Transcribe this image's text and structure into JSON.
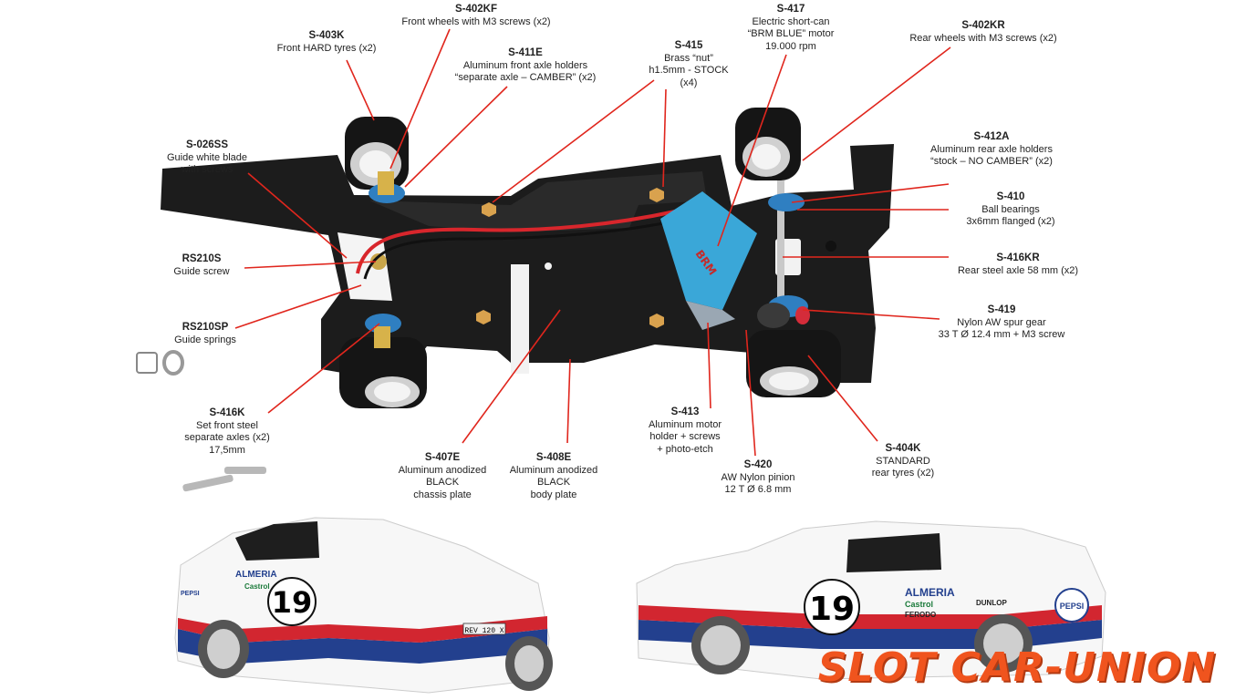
{
  "parts": [
    {
      "id": "s403k",
      "code": "S-403K",
      "desc": "Front HARD tyres (x2)"
    },
    {
      "id": "s402kf",
      "code": "S-402KF",
      "desc": "Front wheels with M3 screws (x2)"
    },
    {
      "id": "s411e",
      "code": "S-411E",
      "desc": "Aluminum front axle holders\n“separate axle – CAMBER” (x2)"
    },
    {
      "id": "s415",
      "code": "S-415",
      "desc": "Brass “nut”\nh1.5mm - STOCK\n(x4)"
    },
    {
      "id": "s417",
      "code": "S-417",
      "desc": "Electric short-can\n“BRM BLUE” motor\n19.000 rpm"
    },
    {
      "id": "s402kr",
      "code": "S-402KR",
      "desc": "Rear wheels with M3 screws (x2)"
    },
    {
      "id": "s026ss",
      "code": "S-026SS",
      "desc": "Guide white blade\nwith screws"
    },
    {
      "id": "s412a",
      "code": "S-412A",
      "desc": "Aluminum rear axle holders\n“stock – NO CAMBER” (x2)"
    },
    {
      "id": "s410",
      "code": "S-410",
      "desc": "Ball bearings\n3x6mm flanged (x2)"
    },
    {
      "id": "rs210s",
      "code": "RS210S",
      "desc": "Guide screw"
    },
    {
      "id": "s416kr",
      "code": "S-416KR",
      "desc": "Rear steel axle 58 mm (x2)"
    },
    {
      "id": "rs210sp",
      "code": "RS210SP",
      "desc": "Guide springs"
    },
    {
      "id": "s419",
      "code": "S-419",
      "desc": "Nylon AW spur gear\n33 T Ø 12.4 mm + M3 screw"
    },
    {
      "id": "s416k",
      "code": "S-416K",
      "desc": "Set front steel\nseparate axles (x2)\n17,5mm"
    },
    {
      "id": "s413",
      "code": "S-413",
      "desc": "Aluminum motor\nholder + screws\n+ photo-etch"
    },
    {
      "id": "s407e",
      "code": "S-407E",
      "desc": "Aluminum anodized\nBLACK\nchassis plate"
    },
    {
      "id": "s408e",
      "code": "S-408E",
      "desc": "Aluminum anodized\nBLACK\nbody plate"
    },
    {
      "id": "s420",
      "code": "S-420",
      "desc": "AW Nylon pinion\n12 T Ø 6.8 mm"
    },
    {
      "id": "s404k",
      "code": "S-404K",
      "desc": "STANDARD\nrear tyres (x2)"
    }
  ],
  "car_left": {
    "number": "19",
    "sponsor": "ALMERIA",
    "brand1": "Castrol",
    "plate": "REV 120 X",
    "badge": "PEPSI"
  },
  "car_right": {
    "number": "19",
    "sponsor": "ALMERIA",
    "brand1": "Castrol",
    "brand2": "FERODO",
    "brand3": "DUNLOP",
    "badge": "PEPSI"
  },
  "motor_label": "BRM",
  "brand_logo": "SLOT CAR-UNION",
  "colors": {
    "callout_line": "#e0261d",
    "chassis": "#1c1c1c",
    "anodized_blue": "#2f7fc1",
    "motor_blue": "#3aa7d8",
    "logo_orange": "#f0541e",
    "livery_red": "#d22630",
    "livery_blue": "#23408e"
  }
}
